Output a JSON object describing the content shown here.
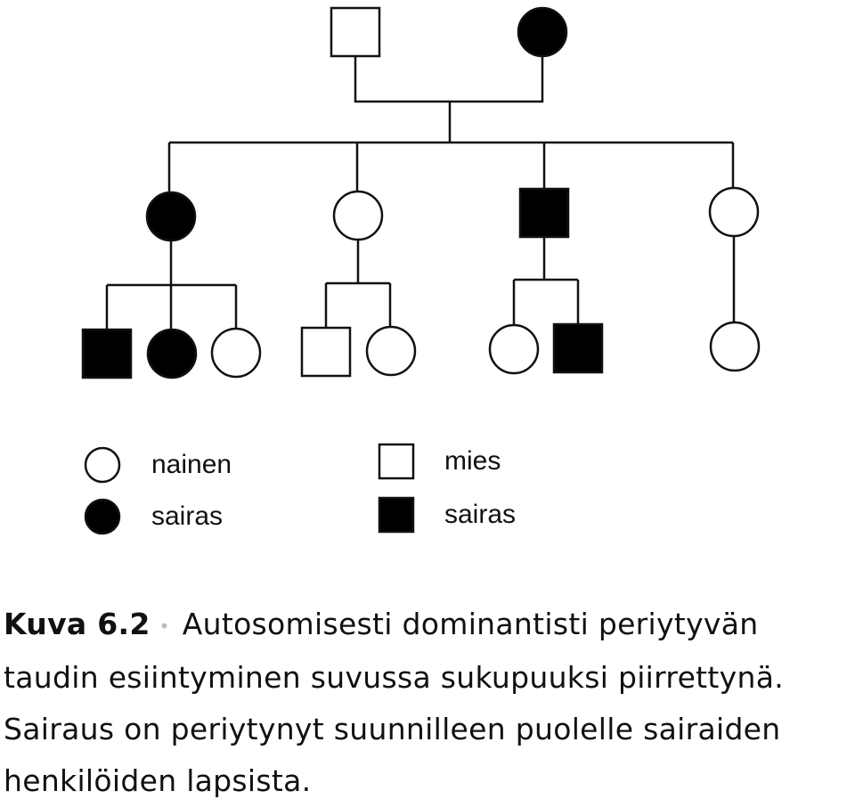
{
  "diagram": {
    "type": "pedigree",
    "colors": {
      "stroke": "#111111",
      "affected_fill": "#000000",
      "unaffected_fill": "#ffffff"
    },
    "individuals": [
      {
        "id": "gen1-father",
        "sex": "male",
        "affected": false
      },
      {
        "id": "gen1-mother",
        "sex": "female",
        "affected": true
      },
      {
        "id": "gen2-daughter-1",
        "sex": "female",
        "affected": true
      },
      {
        "id": "gen2-daughter-2",
        "sex": "female",
        "affected": false
      },
      {
        "id": "gen2-son",
        "sex": "male",
        "affected": true
      },
      {
        "id": "gen2-daughter-3",
        "sex": "female",
        "affected": false
      },
      {
        "id": "gen3-child-1",
        "sex": "male",
        "affected": true
      },
      {
        "id": "gen3-child-2",
        "sex": "female",
        "affected": true
      },
      {
        "id": "gen3-child-3",
        "sex": "female",
        "affected": false
      },
      {
        "id": "gen3-child-4",
        "sex": "male",
        "affected": false
      },
      {
        "id": "gen3-child-5",
        "sex": "female",
        "affected": false
      },
      {
        "id": "gen3-child-6",
        "sex": "female",
        "affected": false
      },
      {
        "id": "gen3-child-7",
        "sex": "male",
        "affected": true
      },
      {
        "id": "gen3-child-8",
        "sex": "female",
        "affected": false
      }
    ]
  },
  "legend": {
    "female": "nainen",
    "female_affected": "sairas",
    "male": "mies",
    "male_affected": "sairas"
  },
  "caption": {
    "label": "Kuva 6.2",
    "separator": "•",
    "text": "Autosomisesti dominantisti periytyvän taudin esiintyminen suvussa sukupuuksi piirrettynä. Sairaus on periytynyt suunnilleen puolelle sairaiden henkilöiden lapsista."
  }
}
